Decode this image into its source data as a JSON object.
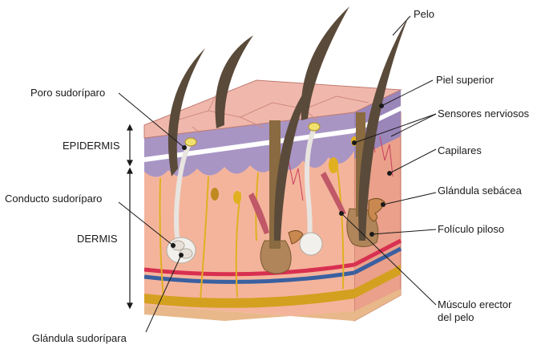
{
  "labels": {
    "hair": "Pelo",
    "upper_skin": "Piel superior",
    "nerve_sensors": "Sensores nerviosos",
    "capillaries": "Capilares",
    "sebaceous_gland": "Glándula sebácea",
    "hair_follicle": "Folículo piloso",
    "erector_muscle_line1": "Músculo erector",
    "erector_muscle_line2": "del pelo",
    "sweat_pore": "Poro sudoríparo",
    "epidermis": "EPIDERMIS",
    "sweat_duct": "Conducto sudoríparo",
    "dermis": "DERMIS",
    "sweat_gland": "Glándula sudorípara"
  },
  "colors": {
    "surface": "#f0b8ac",
    "epidermis": "#a895c4",
    "dermis_front": "#f4b49c",
    "dermis_side": "#ee9f88",
    "hair": "#5a4a3a",
    "follicle": "#b0855a",
    "gland": "#c88850",
    "nerve": "#e0b020",
    "artery": "#d83050",
    "vein": "#3a60a0",
    "fat": "#d4a020",
    "leader": "#1a1a1a"
  }
}
